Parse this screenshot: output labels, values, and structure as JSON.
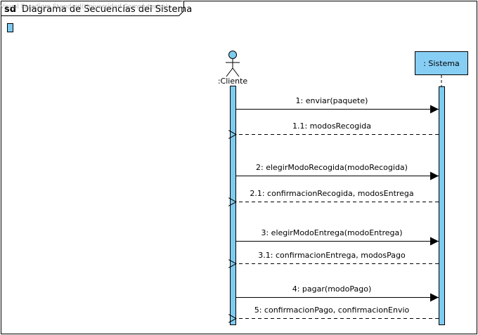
{
  "frame": {
    "keyword": "sd",
    "title": "Diagrama de Secuencias del Sistema",
    "watermark": "Visual Paradigm Standard(Universidad Complutense)"
  },
  "participants": {
    "cliente": {
      "label": ":Cliente",
      "kind": "actor"
    },
    "sistema": {
      "label": ": Sistema",
      "kind": "object"
    }
  },
  "messages": [
    {
      "label": "1: enviar(paquete)",
      "type": "sync",
      "direction": "to-sistema"
    },
    {
      "label": "1.1: modosRecogida",
      "type": "return",
      "direction": "to-cliente"
    },
    {
      "label": "2: elegirModoRecogida(modoRecogida)",
      "type": "sync",
      "direction": "to-sistema"
    },
    {
      "label": "2.1: confirmacionRecogida, modosEntrega",
      "type": "return",
      "direction": "to-cliente"
    },
    {
      "label": "3: elegirModoEntrega(modoEntrega)",
      "type": "sync",
      "direction": "to-sistema"
    },
    {
      "label": "3.1: confirmacionEntrega, modosPago",
      "type": "return",
      "direction": "to-cliente"
    },
    {
      "label": "4: pagar(modoPago)",
      "type": "sync",
      "direction": "to-sistema"
    },
    {
      "label": "5: confirmacionPago, confirmacionEnvio",
      "type": "return",
      "direction": "to-cliente"
    }
  ],
  "colors": {
    "activation": "#7ecbf0",
    "sistema_box": "#87cef5",
    "line": "#000000",
    "watermark": "#9a9a9a"
  }
}
